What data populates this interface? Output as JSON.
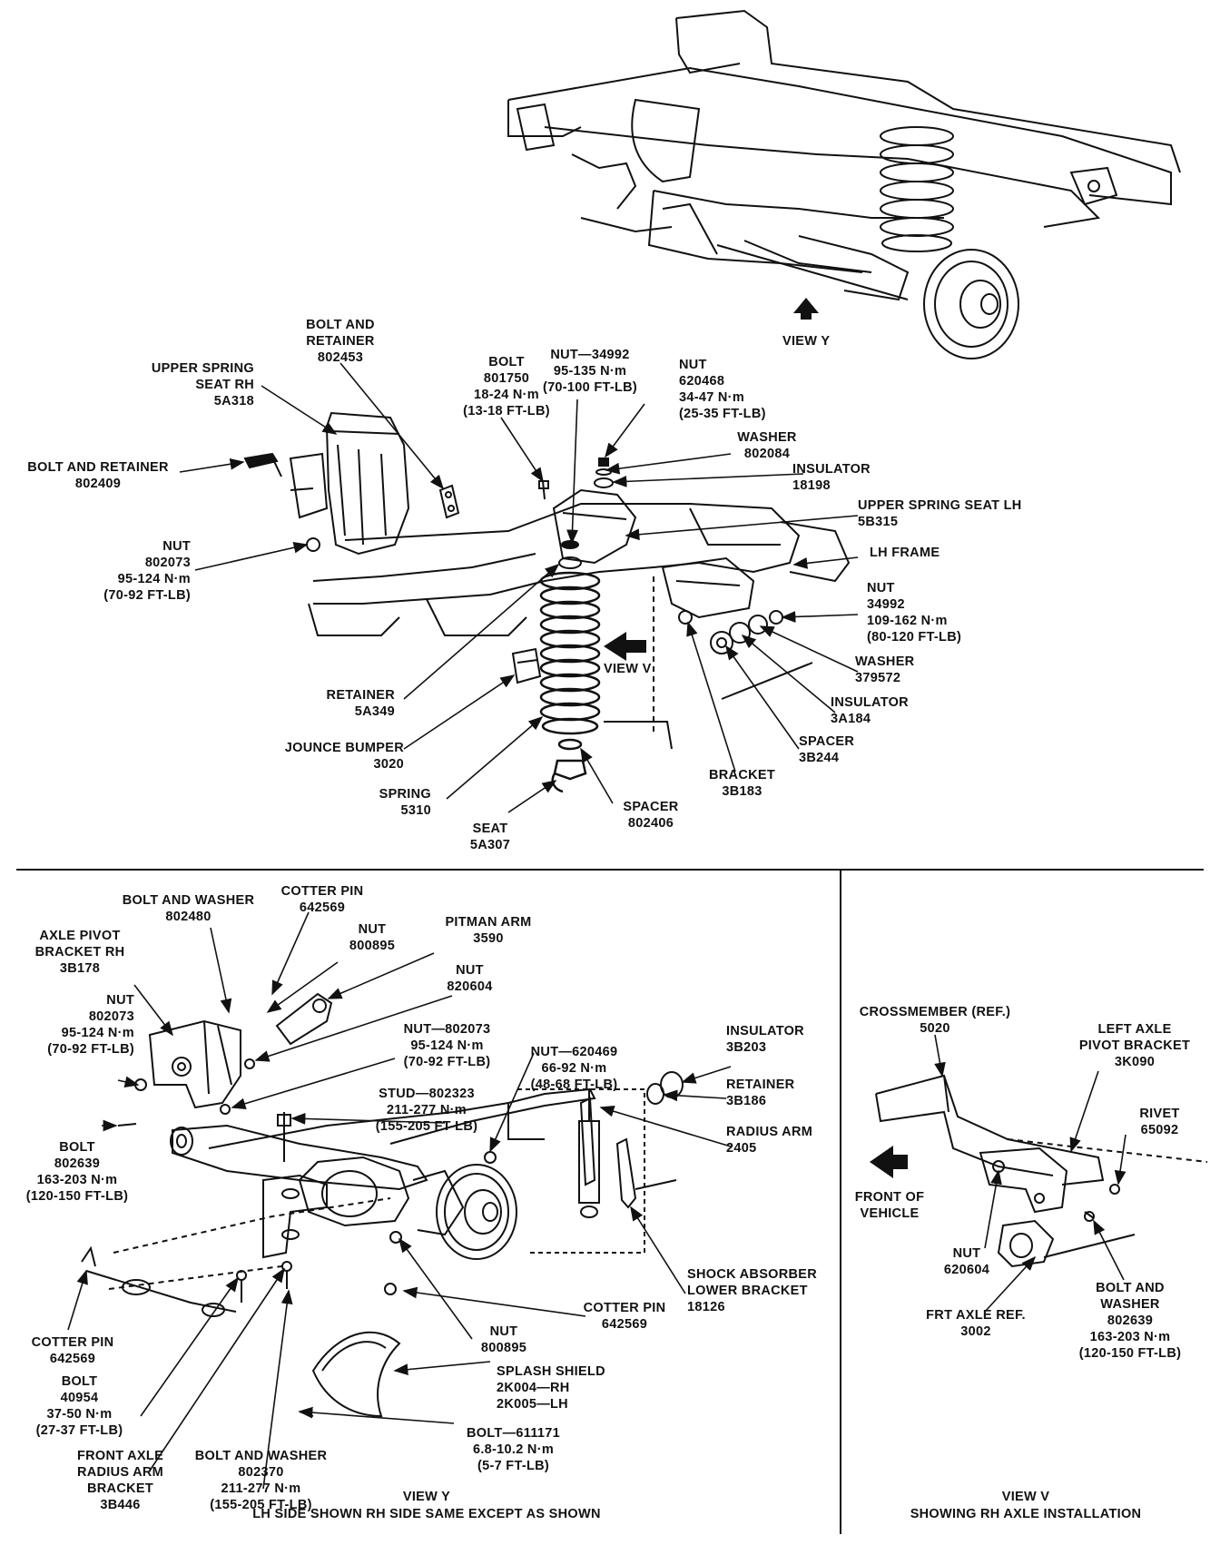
{
  "top": {
    "view_y_arrow_label": "VIEW Y",
    "view_v_arrow_label": "VIEW V",
    "upper_spring_seat_rh": [
      "UPPER SPRING",
      "SEAT RH",
      "5A318"
    ],
    "bolt_retainer_802453": [
      "BOLT AND",
      "RETAINER",
      "802453"
    ],
    "bolt_801750": [
      "BOLT",
      "801750",
      "18-24 N·m",
      "(13-18 FT-LB)"
    ],
    "nut_34992_top": [
      "NUT—34992",
      "95-135 N·m",
      "(70-100 FT-LB)"
    ],
    "nut_620468": [
      "NUT",
      "620468",
      "34-47 N·m",
      "(25-35 FT-LB)"
    ],
    "washer_802084": [
      "WASHER",
      "802084"
    ],
    "insulator_18198": [
      "INSULATOR",
      "18198"
    ],
    "upper_spring_seat_lh": [
      "UPPER SPRING SEAT LH",
      "5B315"
    ],
    "lh_frame": [
      "LH FRAME"
    ],
    "bolt_retainer_802409": [
      "BOLT AND RETAINER",
      "802409"
    ],
    "nut_802073": [
      "NUT",
      "802073",
      "95-124 N·m",
      "(70-92 FT-LB)"
    ],
    "nut_34992": [
      "NUT",
      "34992",
      "109-162 N·m",
      "(80-120 FT-LB)"
    ],
    "washer_379572": [
      "WASHER",
      "379572"
    ],
    "insulator_3a184": [
      "INSULATOR",
      "3A184"
    ],
    "spacer_3b244": [
      "SPACER",
      "3B244"
    ],
    "bracket_3b183": [
      "BRACKET",
      "3B183"
    ],
    "retainer_5a349": [
      "RETAINER",
      "5A349"
    ],
    "jounce_bumper": [
      "JOUNCE BUMPER",
      "3020"
    ],
    "spring_5310": [
      "SPRING",
      "5310"
    ],
    "seat_5a307": [
      "SEAT",
      "5A307"
    ],
    "spacer_802406": [
      "SPACER",
      "802406"
    ]
  },
  "view_y": {
    "bolt_washer_802480": [
      "BOLT AND WASHER",
      "802480"
    ],
    "cotter_pin_top": [
      "COTTER PIN",
      "642569"
    ],
    "nut_800895_top": [
      "NUT",
      "800895"
    ],
    "pitman_arm": [
      "PITMAN ARM",
      "3590"
    ],
    "axle_pivot_bracket_rh": [
      "AXLE PIVOT",
      "BRACKET RH",
      "3B178"
    ],
    "nut_820604": [
      "NUT",
      "820604"
    ],
    "nut_802073_left": [
      "NUT",
      "802073",
      "95-124 N·m",
      "(70-92 FT-LB)"
    ],
    "nut_802073_mid": [
      "NUT—802073",
      "95-124 N·m",
      "(70-92 FT-LB)"
    ],
    "nut_620469": [
      "NUT—620469",
      "66-92 N·m",
      "(48-68 FT-LB)"
    ],
    "insulator_3b203": [
      "INSULATOR",
      "3B203"
    ],
    "retainer_3b186": [
      "RETAINER",
      "3B186"
    ],
    "stud_802323": [
      "STUD—802323",
      "211-277 N·m",
      "(155-205 FT-LB)"
    ],
    "radius_arm": [
      "RADIUS ARM",
      "2405"
    ],
    "bolt_802639": [
      "BOLT",
      "802639",
      "163-203 N·m",
      "(120-150 FT-LB)"
    ],
    "shock_lower_bracket": [
      "SHOCK ABSORBER",
      "LOWER BRACKET",
      "18126"
    ],
    "cotter_pin_left": [
      "COTTER PIN",
      "642569"
    ],
    "cotter_pin_right": [
      "COTTER PIN",
      "642569"
    ],
    "nut_800895_bottom": [
      "NUT",
      "800895"
    ],
    "bolt_40954": [
      "BOLT",
      "40954",
      "37-50 N·m",
      "(27-37 FT-LB)"
    ],
    "splash_shield": [
      "SPLASH SHIELD",
      "2K004—RH",
      "2K005—LH"
    ],
    "bolt_611171": [
      "BOLT—611171",
      "6.8-10.2 N·m",
      "(5-7 FT-LB)"
    ],
    "front_axle_radius_arm_bracket": [
      "FRONT AXLE",
      "RADIUS ARM",
      "BRACKET",
      "3B446"
    ],
    "bolt_washer_802370": [
      "BOLT AND WASHER",
      "802370",
      "211-277 N·m",
      "(155-205 FT-LB)"
    ],
    "caption_title": "VIEW Y",
    "caption_sub": "LH SIDE SHOWN RH SIDE SAME EXCEPT AS SHOWN"
  },
  "view_v": {
    "crossmember": [
      "CROSSMEMBER (REF.)",
      "5020"
    ],
    "left_axle_pivot_bracket": [
      "LEFT AXLE",
      "PIVOT BRACKET",
      "3K090"
    ],
    "rivet": [
      "RIVET",
      "65092"
    ],
    "front_of_vehicle": [
      "FRONT OF",
      "VEHICLE"
    ],
    "nut_620604": [
      "NUT",
      "620604"
    ],
    "frt_axle_ref": [
      "FRT AXLE REF.",
      "3002"
    ],
    "bolt_washer_802639": [
      "BOLT AND",
      "WASHER",
      "802639",
      "163-203 N·m",
      "(120-150 FT-LB)"
    ],
    "caption_title": "VIEW V",
    "caption_sub": "SHOWING RH AXLE INSTALLATION"
  }
}
